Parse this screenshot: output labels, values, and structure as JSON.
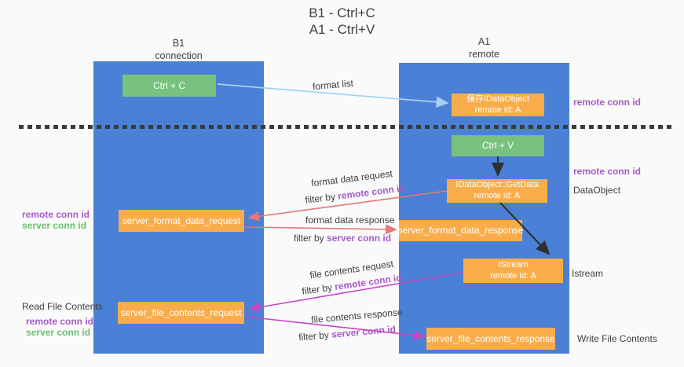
{
  "title": {
    "line1": "B1 - Ctrl+C",
    "line2": "A1 - Ctrl+V"
  },
  "columns": {
    "left": {
      "name": "B1",
      "role": "connection"
    },
    "right": {
      "name": "A1",
      "role": "remote"
    }
  },
  "boxes": {
    "ctrl_c": "Ctrl + C",
    "ctrl_v": "Ctrl + V",
    "save_idataobject": {
      "line1": "保存IDataObject",
      "line2": "remote id: A"
    },
    "getdata": {
      "line1": "IDataObject::GetData",
      "line2": "remote id: A"
    },
    "istream": {
      "line1": "IStream",
      "line2": "remote id: A"
    },
    "server_format_data_request": "server_format_data_request",
    "server_format_data_response": "server_format_data_response",
    "server_file_contents_request": "server_file_contents_request",
    "server_file_contents_response": "server_file_contents_response"
  },
  "arrow_labels": {
    "format_list": "format list",
    "format_data_request": "format data request",
    "format_data_response": "format data response",
    "file_contents_request": "file contents request",
    "file_contents_response": "file contents response",
    "filter_by": "filter by",
    "remote_conn_id": "remote conn id",
    "server_conn_id": "server conn id"
  },
  "side_labels": {
    "right_top_remote_conn_id": "remote conn id",
    "right_mid_remote_conn_id": "remote conn id",
    "dataobject": "DataObject",
    "istream": "Istream",
    "write_file_contents": "Write File Contents",
    "left_remote_conn_id": "remote conn id",
    "left_server_conn_id": "server conn id",
    "read_file_contents": "Read File Contents",
    "read_remote_conn_id": "remote conn id",
    "read_server_conn_id": "server conn id"
  },
  "colors": {
    "background": "#fafafa",
    "column_blue": "#4a80d5",
    "box_orange": "#f9ad4a",
    "box_green": "#79c17f",
    "arrow_light_blue": "#a6d2f2",
    "arrow_red": "#e87676",
    "arrow_magenta": "#c448c4",
    "arrow_black": "#2f2f2f",
    "text_purple": "#a75bc9",
    "text_green": "#6abf70",
    "dashed_line": "#3a3a3a"
  }
}
